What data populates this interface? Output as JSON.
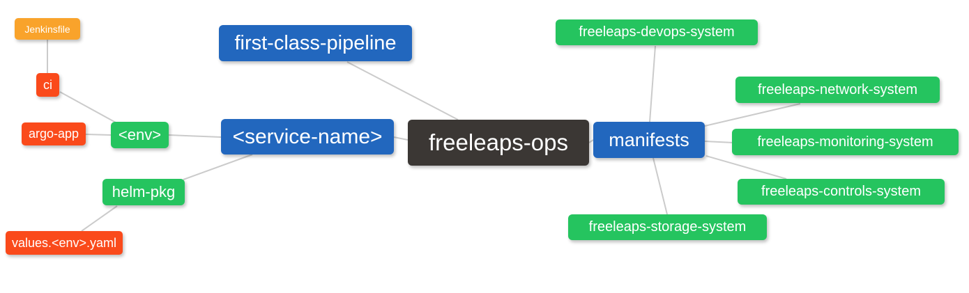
{
  "diagram": {
    "type": "mindmap",
    "root_label": "freeleaps-ops",
    "colors": {
      "root_bg": "#3b3734",
      "branch_bg": "#2267be",
      "leaf_green_bg": "#25c45f",
      "leaf_red_bg": "#fa4a1b",
      "leaf_orange_bg": "#f9a32b",
      "edge": "#cbcbcb",
      "text": "#ffffff"
    },
    "nodes": [
      {
        "id": "jenkinsfile",
        "label": "Jenkinsfile",
        "color": "orange"
      },
      {
        "id": "ci",
        "label": "ci",
        "color": "red"
      },
      {
        "id": "argo-app",
        "label": "argo-app",
        "color": "red"
      },
      {
        "id": "env",
        "label": "<env>",
        "color": "green"
      },
      {
        "id": "helm-pkg",
        "label": "helm-pkg",
        "color": "green"
      },
      {
        "id": "values-env-yaml",
        "label": "values.<env>.yaml",
        "color": "red"
      },
      {
        "id": "first-class-pipeline",
        "label": "first-class-pipeline",
        "color": "blue"
      },
      {
        "id": "service-name",
        "label": "<service-name>",
        "color": "blue"
      },
      {
        "id": "freeleaps-ops",
        "label": "freeleaps-ops",
        "color": "dark"
      },
      {
        "id": "manifests",
        "label": "manifests",
        "color": "blue"
      },
      {
        "id": "freeleaps-devops-system",
        "label": "freeleaps-devops-system",
        "color": "green"
      },
      {
        "id": "freeleaps-network-system",
        "label": "freeleaps-network-system",
        "color": "green"
      },
      {
        "id": "freeleaps-monitoring-system",
        "label": "freeleaps-monitoring-system",
        "color": "green"
      },
      {
        "id": "freeleaps-controls-system",
        "label": "freeleaps-controls-system",
        "color": "green"
      },
      {
        "id": "freeleaps-storage-system",
        "label": "freeleaps-storage-system",
        "color": "green"
      }
    ],
    "edges": [
      {
        "from": "jenkinsfile",
        "to": "ci"
      },
      {
        "from": "ci",
        "to": "env"
      },
      {
        "from": "argo-app",
        "to": "env"
      },
      {
        "from": "env",
        "to": "service-name"
      },
      {
        "from": "helm-pkg",
        "to": "service-name"
      },
      {
        "from": "values-env-yaml",
        "to": "helm-pkg"
      },
      {
        "from": "first-class-pipeline",
        "to": "freeleaps-ops"
      },
      {
        "from": "service-name",
        "to": "freeleaps-ops"
      },
      {
        "from": "freeleaps-ops",
        "to": "manifests"
      },
      {
        "from": "manifests",
        "to": "freeleaps-devops-system"
      },
      {
        "from": "manifests",
        "to": "freeleaps-network-system"
      },
      {
        "from": "manifests",
        "to": "freeleaps-monitoring-system"
      },
      {
        "from": "manifests",
        "to": "freeleaps-controls-system"
      },
      {
        "from": "manifests",
        "to": "freeleaps-storage-system"
      }
    ]
  }
}
